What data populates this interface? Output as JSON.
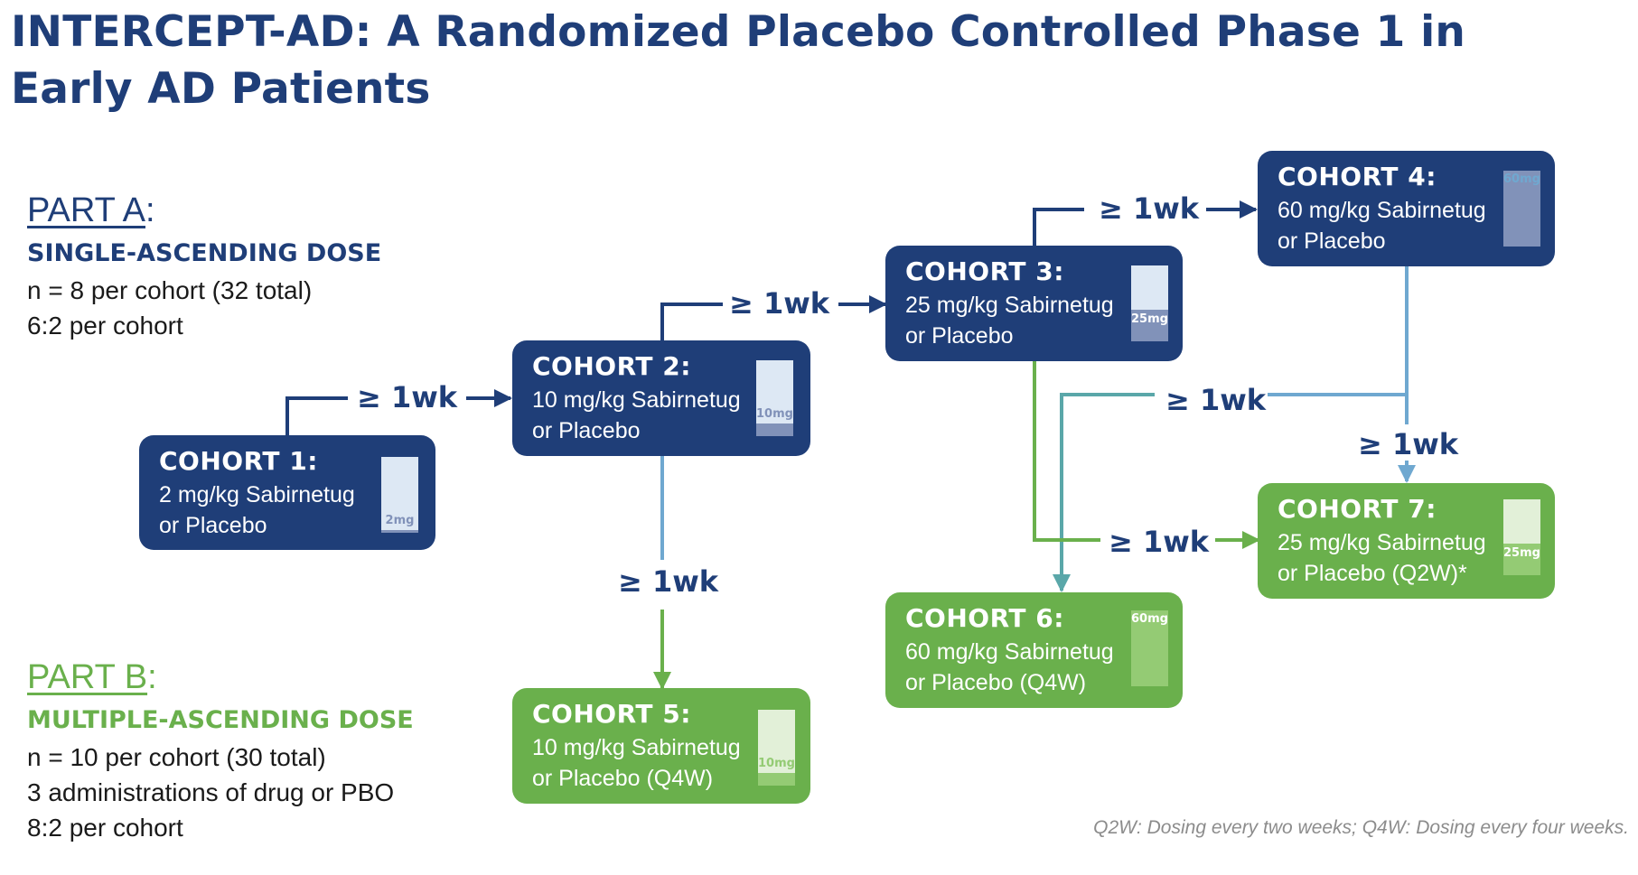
{
  "title": "INTERCEPT-AD: A Randomized Placebo Controlled Phase 1 in Early AD Patients",
  "part_a": {
    "heading": "PART A",
    "subheading": "SINGLE-ASCENDING DOSE",
    "lines": [
      "n = 8 per cohort (32 total)",
      "6:2 per cohort"
    ]
  },
  "part_b": {
    "heading": "PART B",
    "subheading": "MULTIPLE-ASCENDING DOSE",
    "lines": [
      "n = 10 per cohort (30 total)",
      "3 administrations of drug or PBO",
      "8:2 per cohort"
    ]
  },
  "interval_label": "≥ 1wk",
  "cohorts": [
    {
      "name": "COHORT 1:",
      "dose": "2 mg/kg Sabirnetug",
      "placebo": "or Placebo",
      "gauge_label": "2mg",
      "dose_mg_per_kg": 2,
      "part": "A"
    },
    {
      "name": "COHORT 2:",
      "dose": "10 mg/kg Sabirnetug",
      "placebo": "or Placebo",
      "gauge_label": "10mg",
      "dose_mg_per_kg": 10,
      "part": "A"
    },
    {
      "name": "COHORT 3:",
      "dose": "25 mg/kg Sabirnetug",
      "placebo": "or Placebo",
      "gauge_label": "25mg",
      "dose_mg_per_kg": 25,
      "part": "A"
    },
    {
      "name": "COHORT 4:",
      "dose": "60 mg/kg Sabirnetug",
      "placebo": "or Placebo",
      "gauge_label": "60mg",
      "dose_mg_per_kg": 60,
      "part": "A"
    },
    {
      "name": "COHORT 5:",
      "dose": "10 mg/kg Sabirnetug",
      "placebo": "or Placebo (Q4W)",
      "gauge_label": "10mg",
      "dose_mg_per_kg": 10,
      "part": "B"
    },
    {
      "name": "COHORT 6:",
      "dose": "60 mg/kg Sabirnetug",
      "placebo": "or Placebo (Q4W)",
      "gauge_label": "60mg",
      "dose_mg_per_kg": 60,
      "part": "B"
    },
    {
      "name": "COHORT 7:",
      "dose": "25 mg/kg Sabirnetug",
      "placebo": "or Placebo (Q2W)*",
      "gauge_label": "25mg",
      "dose_mg_per_kg": 25,
      "part": "B"
    }
  ],
  "footnote": "Q2W: Dosing every two weeks; Q4W: Dosing every four weeks.",
  "colors": {
    "navy": "#1f3e78",
    "green": "#6ab04c",
    "light_blue_arrow": "#6fa8d0",
    "teal_arrow": "#5aa7a9"
  }
}
